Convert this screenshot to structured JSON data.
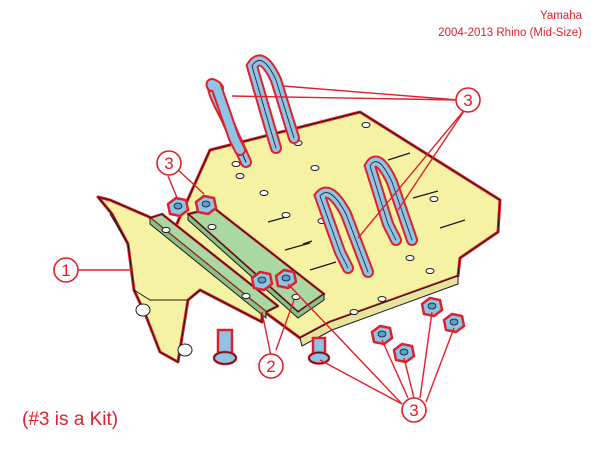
{
  "header": {
    "make": "Yamaha",
    "model": "2004-2013 Rhino (Mid-Size)"
  },
  "note": "(#3 is a Kit)",
  "callouts": {
    "c1": "1",
    "c2a": "2",
    "c2b": "2",
    "c3_top": "3",
    "c3_left": "3",
    "c3_bottom": "3"
  },
  "colors": {
    "accent_red": "#e0202a",
    "plate_yellow": "#f6f2a3",
    "shim_green": "#a9d8a2",
    "bolt_blue": "#8ec5e6",
    "outline": "#1a1a1a"
  }
}
